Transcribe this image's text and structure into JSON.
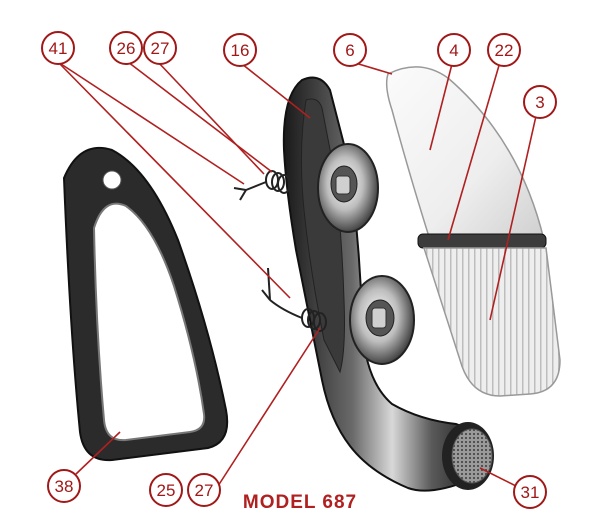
{
  "diagram": {
    "caption": "MODEL 687",
    "part_numbers": [
      "41",
      "26",
      "27",
      "16",
      "6",
      "4",
      "22",
      "3",
      "38",
      "25",
      "27",
      "31"
    ],
    "parts": [
      {
        "id": "gasket",
        "number": "38"
      },
      {
        "id": "housing",
        "number": "16"
      },
      {
        "id": "lens",
        "number": "4"
      },
      {
        "id": "lens-rim",
        "number": "22"
      },
      {
        "id": "lens-ribbed",
        "number": "3"
      },
      {
        "id": "lens-tip",
        "number": "6"
      },
      {
        "id": "reflector-lens",
        "number": "31"
      },
      {
        "id": "spring-upper",
        "number": "27"
      },
      {
        "id": "spring-lower",
        "number": "27"
      }
    ],
    "colors": {
      "callout": "#a01818",
      "leader": "#b02020",
      "metal_dark": "#2a2a2a",
      "metal_light": "#e6e6e6",
      "lens": "#f2f2f2"
    }
  }
}
